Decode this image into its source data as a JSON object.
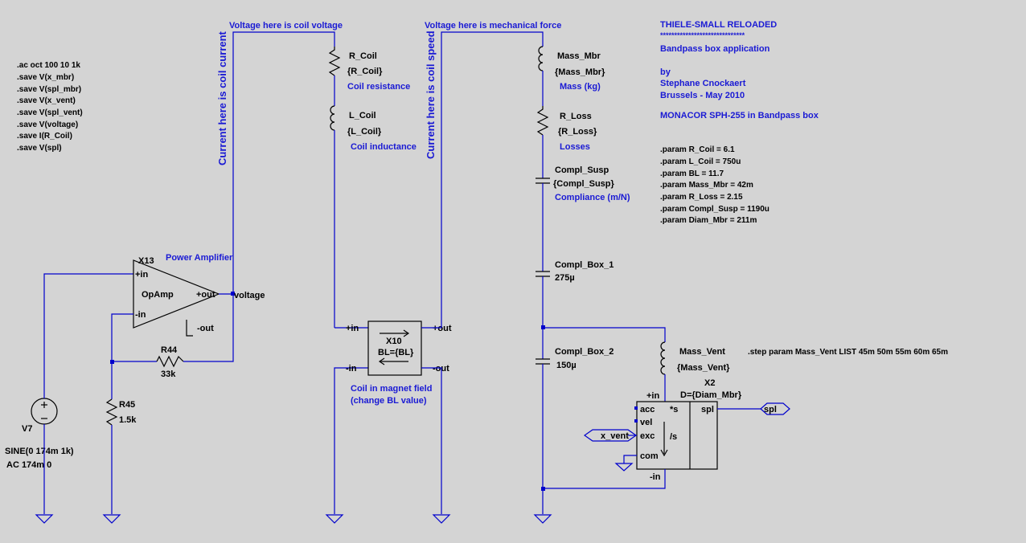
{
  "directives": [
    ".ac oct 100 10 1k",
    ".save V(x_mbr)",
    ".save V(spl_mbr)",
    ".save V(x_vent)",
    ".save V(spl_vent)",
    ".save V(voltage)",
    ".save I(R_Coil)",
    ".save V(spl)"
  ],
  "params": [
    ".param R_Coil = 6.1",
    ".param L_Coil = 750u",
    ".param BL = 11.7",
    ".param Mass_Mbr = 42m",
    ".param R_Loss = 2.15",
    ".param Compl_Susp = 1190u",
    ".param Diam_Mbr = 211m"
  ],
  "step": ".step param Mass_Vent LIST 45m 50m 55m 60m 65m",
  "header": {
    "title": "THIELE-SMALL RELOADED",
    "stars": "******************************",
    "subtitle": "Bandpass box application",
    "by": "by",
    "author": "Stephane Cnockaert",
    "location": "Brussels - May 2010",
    "speaker": "MONACOR SPH-255 in Bandpass box"
  },
  "notes": {
    "coil_voltage": "Voltage here is coil voltage",
    "mech_force": "Voltage here is mechanical force",
    "coil_current": "Current here is coil current",
    "coil_speed": "Current here is coil speed",
    "power_amp": "Power Amplifier",
    "magnet_1": "Coil in magnet field",
    "magnet_2": "(change BL value)"
  },
  "components": {
    "r_coil": {
      "name": "R_Coil",
      "value": "{R_Coil}",
      "desc": "Coil resistance"
    },
    "l_coil": {
      "name": "L_Coil",
      "value": "{L_Coil}",
      "desc": "Coil inductance"
    },
    "mass_mbr": {
      "name": "Mass_Mbr",
      "value": "{Mass_Mbr}",
      "desc": "Mass (kg)"
    },
    "r_loss": {
      "name": "R_Loss",
      "value": "{R_Loss}",
      "desc": "Losses"
    },
    "compl_susp": {
      "name": "Compl_Susp",
      "value": "{Compl_Susp}",
      "desc": "Compliance (m/N)"
    },
    "compl_box_1": {
      "name": "Compl_Box_1",
      "value": "275µ"
    },
    "compl_box_2": {
      "name": "Compl_Box_2",
      "value": "150µ"
    },
    "mass_vent": {
      "name": "Mass_Vent",
      "value": "{Mass_Vent}"
    },
    "x13": {
      "name": "X13",
      "body": "OpAmp",
      "pin_in_p": "+in",
      "pin_in_n": "-in",
      "pin_out_p": "+out",
      "pin_out_n": "-out"
    },
    "x10": {
      "name": "X10",
      "value": "BL={BL}",
      "pin_in_p": "+in",
      "pin_in_n": "-in",
      "pin_out_p": "+out",
      "pin_out_n": "-out"
    },
    "x2": {
      "name": "X2",
      "value": "D={Diam_Mbr}",
      "pin_in_p": "+in",
      "pin_in_n": "-in",
      "acc": "acc",
      "vel": "vel",
      "exc": "exc",
      "com": "com",
      "ops": "*s",
      "opd": "/s",
      "spl": "spl"
    },
    "r44": {
      "name": "R44",
      "value": "33k"
    },
    "r45": {
      "name": "R45",
      "value": "1.5k"
    },
    "v7": {
      "name": "V7",
      "value": "SINE(0 174m 1k)",
      "ac": "AC 174m 0"
    }
  },
  "nets": {
    "voltage": "voltage",
    "spl": "spl",
    "x_vent": "x_vent"
  }
}
